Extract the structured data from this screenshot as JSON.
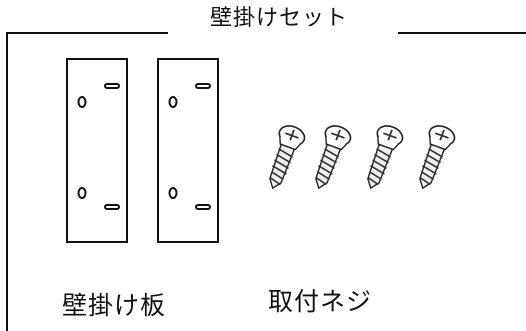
{
  "diagram": {
    "title": "壁掛けセット",
    "parts": [
      {
        "label": "壁掛け板",
        "icon": "wall-bracket-plate-icon",
        "count": 2
      },
      {
        "label": "取付ネジ",
        "icon": "mounting-screw-icon",
        "count": 4
      }
    ]
  }
}
